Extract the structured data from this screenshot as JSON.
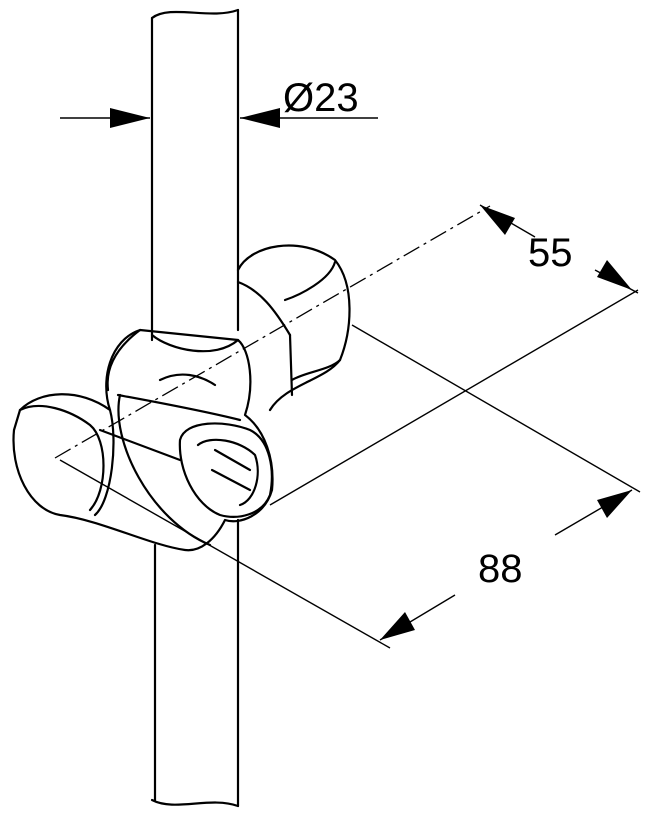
{
  "dimensions": {
    "rod_diameter": "Ø23",
    "depth": "55",
    "length": "88"
  }
}
